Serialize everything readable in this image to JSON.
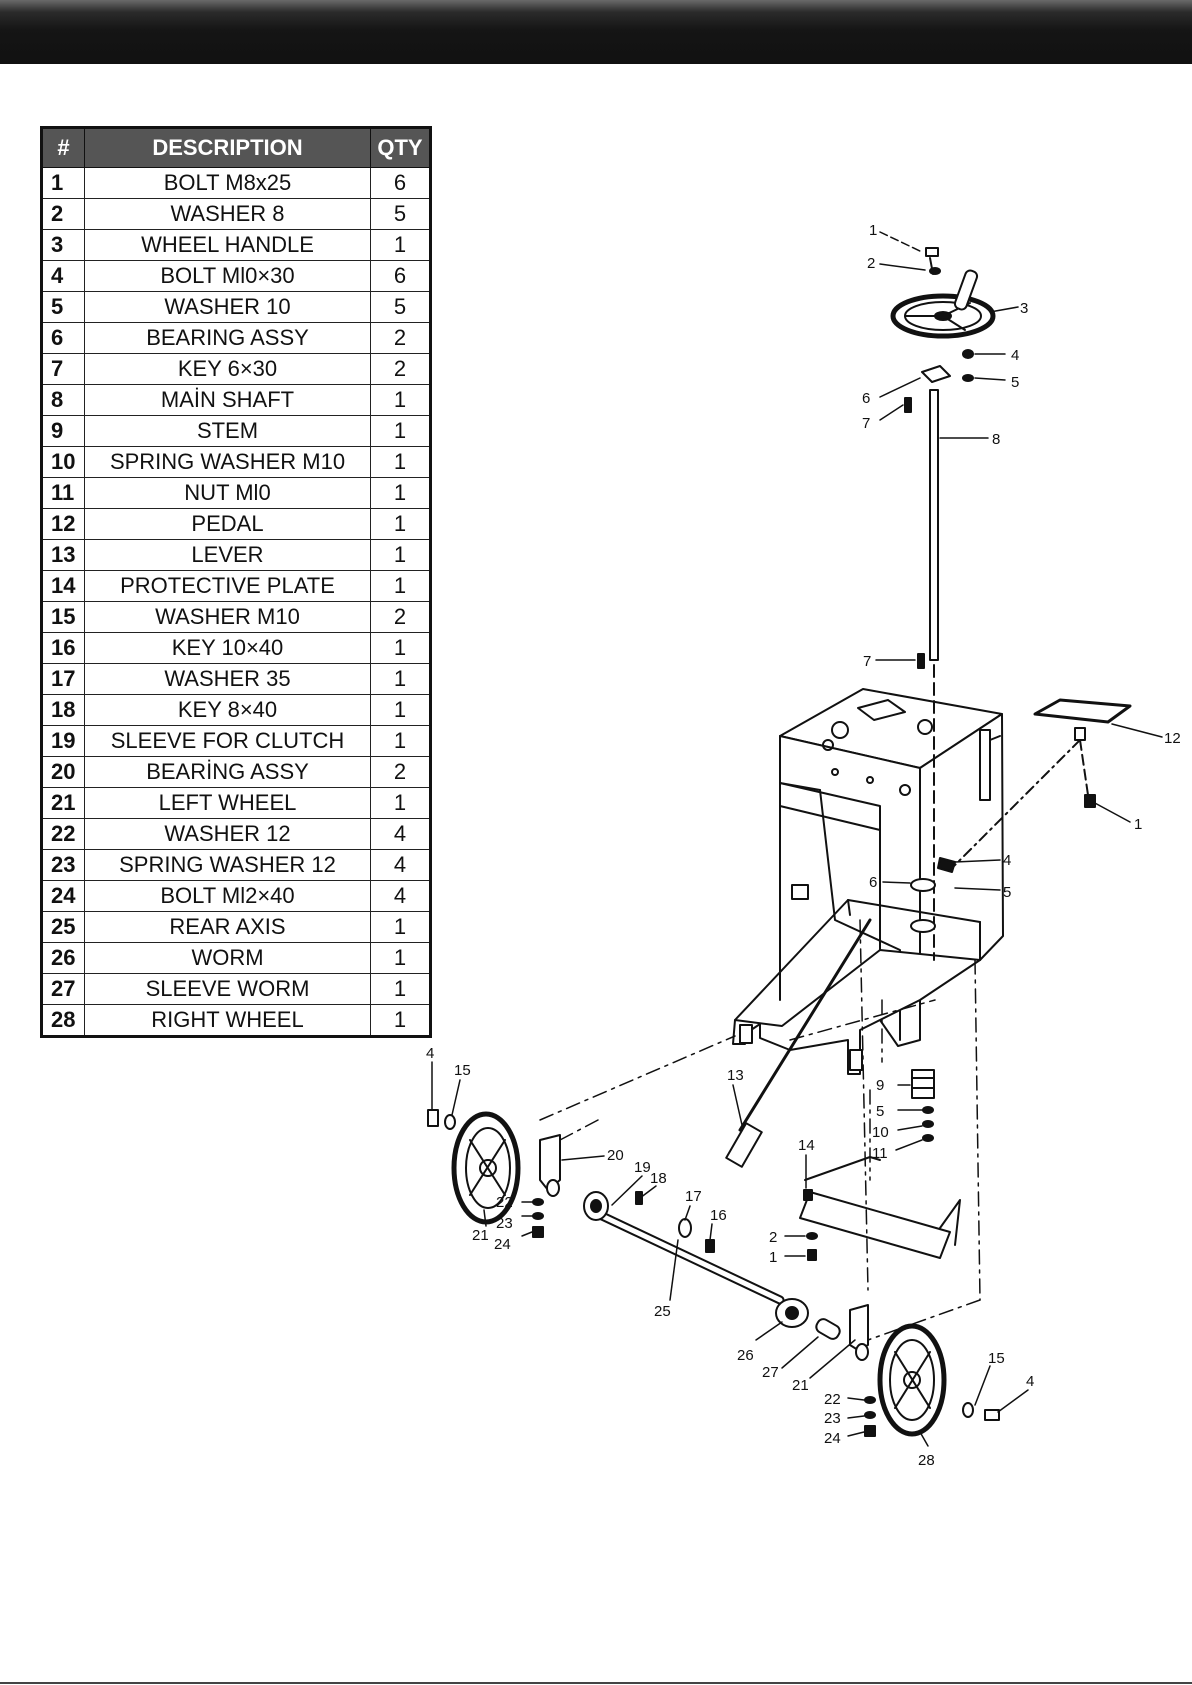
{
  "table": {
    "headers": [
      "#",
      "DESCRIPTION",
      "QTY"
    ],
    "rows": [
      [
        "1",
        "BOLT M8x25",
        "6"
      ],
      [
        "2",
        "WASHER 8",
        "5"
      ],
      [
        "3",
        "WHEEL HANDLE",
        "1"
      ],
      [
        "4",
        "BOLT Ml0×30",
        "6"
      ],
      [
        "5",
        "WASHER 10",
        "5"
      ],
      [
        "6",
        "BEARING ASSY",
        "2"
      ],
      [
        "7",
        "KEY 6×30",
        "2"
      ],
      [
        "8",
        "MAİN SHAFT",
        "1"
      ],
      [
        "9",
        "STEM",
        "1"
      ],
      [
        "10",
        "SPRING WASHER M10",
        "1"
      ],
      [
        "11",
        "NUT Ml0",
        "1"
      ],
      [
        "12",
        "PEDAL",
        "1"
      ],
      [
        "13",
        "LEVER",
        "1"
      ],
      [
        "14",
        "PROTECTIVE PLATE",
        "1"
      ],
      [
        "15",
        "WASHER M10",
        "2"
      ],
      [
        "16",
        "KEY 10×40",
        "1"
      ],
      [
        "17",
        "WASHER 35",
        "1"
      ],
      [
        "18",
        "KEY 8×40",
        "1"
      ],
      [
        "19",
        "SLEEVE FOR CLUTCH",
        "1"
      ],
      [
        "20",
        "BEARİNG ASSY",
        "2"
      ],
      [
        "21",
        "LEFT WHEEL",
        "1"
      ],
      [
        "22",
        "WASHER 12",
        "4"
      ],
      [
        "23",
        "SPRING WASHER 12",
        "4"
      ],
      [
        "24",
        "BOLT Ml2×40",
        "4"
      ],
      [
        "25",
        "REAR AXIS",
        "1"
      ],
      [
        "26",
        "WORM",
        "1"
      ],
      [
        "27",
        "SLEEVE WORM",
        "1"
      ],
      [
        "28",
        "RIGHT WHEEL",
        "1"
      ]
    ]
  },
  "callouts": [
    "1",
    "2",
    "3",
    "4",
    "5",
    "6",
    "7",
    "8",
    "7",
    "12",
    "1",
    "4",
    "6",
    "5",
    "9",
    "5",
    "10",
    "11",
    "4",
    "15",
    "13",
    "14",
    "20",
    "19",
    "18",
    "17",
    "16",
    "22",
    "23",
    "21",
    "24",
    "2",
    "1",
    "25",
    "26",
    "27",
    "21",
    "15",
    "4",
    "22",
    "23",
    "24",
    "28"
  ],
  "colors": {
    "header_bar": "#151515",
    "table_header_bg": "#555555",
    "ink": "#111111"
  }
}
